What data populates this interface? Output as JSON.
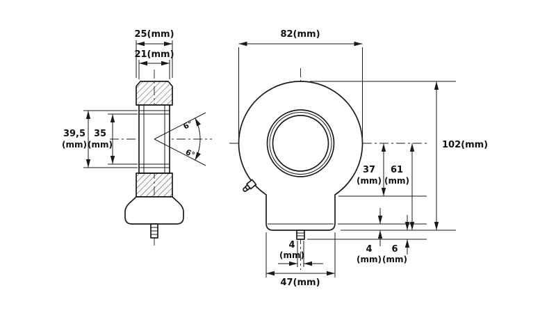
{
  "canvas": {
    "background": "#ffffff",
    "line_color": "#1a1a1a"
  },
  "left_view": {
    "dim_outer_width": "25(mm)",
    "dim_inner_width": "21(mm)",
    "dim_outer_height": {
      "value": "39,5",
      "unit": "(mm)"
    },
    "dim_inner_height": {
      "value": "35",
      "unit": "(mm)"
    },
    "angle_upper": "6°",
    "angle_lower": "6°"
  },
  "right_view": {
    "dim_outer_diameter": "82(mm)",
    "dim_total_height": "102(mm)",
    "dim_center_to_shoulder": {
      "value": "37",
      "unit": "(mm)"
    },
    "dim_center_to_base": {
      "value": "61",
      "unit": "(mm)"
    },
    "dim_base_step": {
      "value": "4",
      "unit": "(mm)"
    },
    "dim_stud_length": {
      "value": "6",
      "unit": "(mm)"
    },
    "dim_stud_width": {
      "value": "4",
      "unit": "(mm)"
    },
    "dim_base_width": "47(mm)"
  }
}
